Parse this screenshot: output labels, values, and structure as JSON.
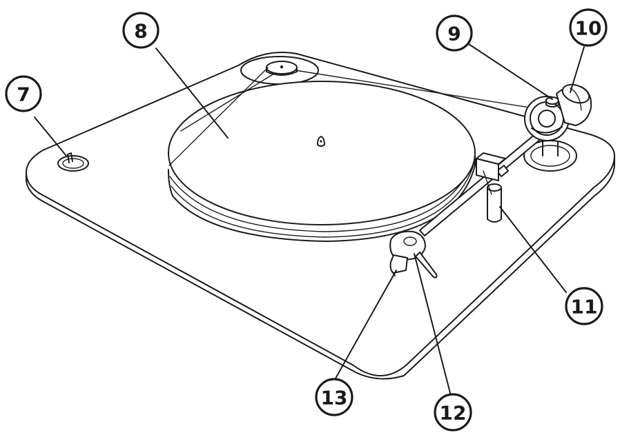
{
  "callouts": [
    {
      "id": "c7",
      "label": "7"
    },
    {
      "id": "c8",
      "label": "8"
    },
    {
      "id": "c9",
      "label": "9"
    },
    {
      "id": "c10",
      "label": "10"
    },
    {
      "id": "c11",
      "label": "11"
    },
    {
      "id": "c12",
      "label": "12"
    },
    {
      "id": "c13",
      "label": "13"
    }
  ]
}
